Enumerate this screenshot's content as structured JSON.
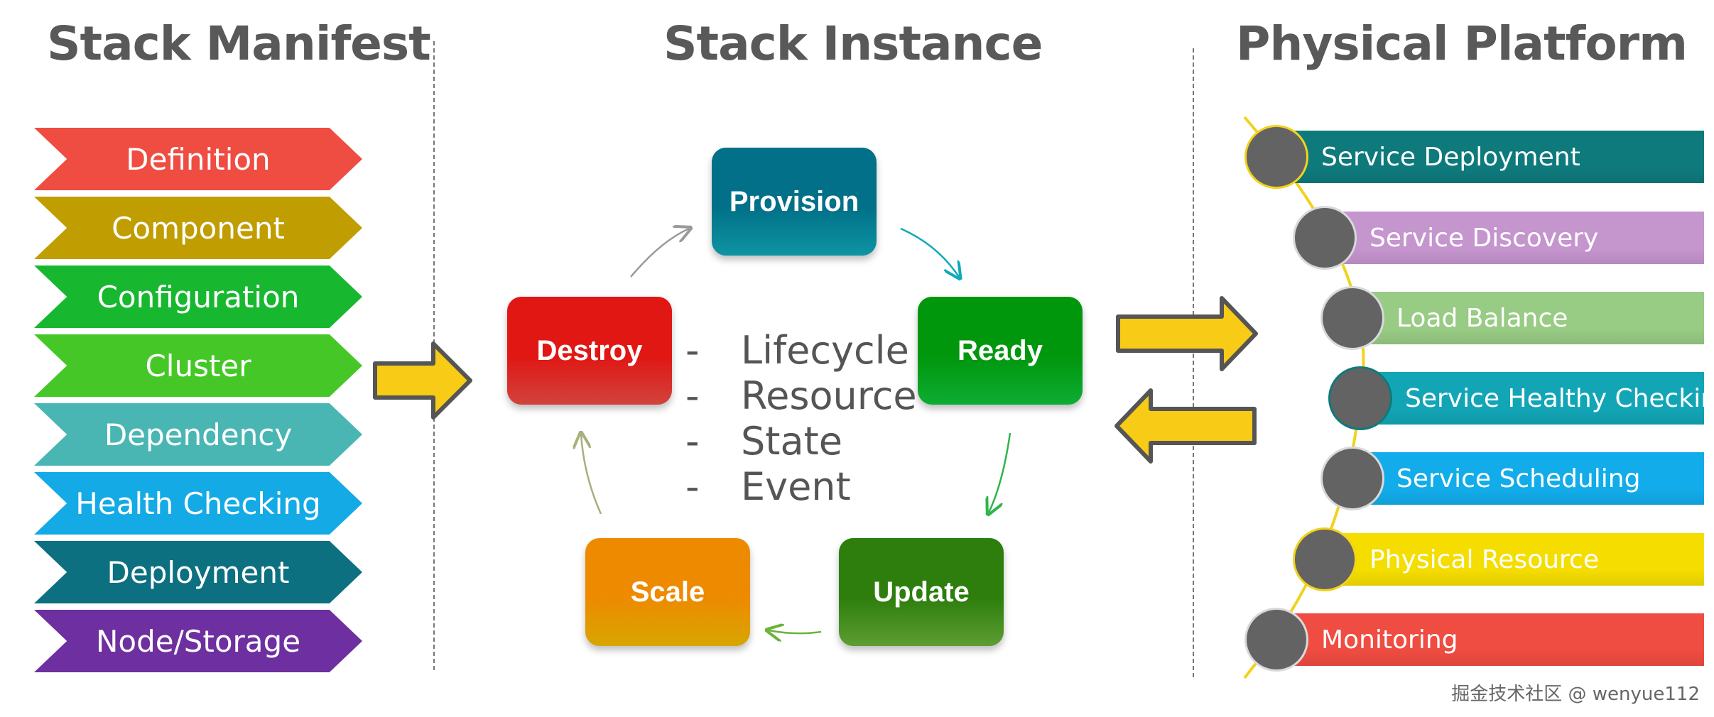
{
  "headings": {
    "left": "Stack Manifest",
    "center": "Stack Instance",
    "right": "Physical Platform"
  },
  "manifest_items": [
    {
      "label": "Definition",
      "color": "#EF4C42"
    },
    {
      "label": "Component",
      "color": "#C09D00"
    },
    {
      "label": "Configuration",
      "color": "#17B830"
    },
    {
      "label": "Cluster",
      "color": "#45C827"
    },
    {
      "label": "Dependency",
      "color": "#4AB6B4"
    },
    {
      "label": "Health Checking",
      "color": "#14AAE6"
    },
    {
      "label": "Deployment",
      "color": "#0C7080"
    },
    {
      "label": "Node/Storage",
      "color": "#6E2FA0"
    }
  ],
  "lifecycle_states": {
    "provision": {
      "label": "Provision",
      "color": "#10A9BA"
    },
    "ready": {
      "label": "Ready",
      "color": "#0FC43A"
    },
    "update": {
      "label": "Update",
      "color": "#6BB33A"
    },
    "scale": {
      "label": "Scale",
      "color": "#F6BC00"
    },
    "destroy": {
      "label": "Destroy",
      "color": "#EF4C45"
    }
  },
  "instance_aspects": [
    "Lifecycle",
    "Resource",
    "State",
    "Event"
  ],
  "aspect_bullet": "-",
  "platform_items": [
    {
      "label": "Service Deployment",
      "color": "#0E7A7C"
    },
    {
      "label": "Service Discovery",
      "color": "#C595CE"
    },
    {
      "label": "Load Balance",
      "color": "#98CB84"
    },
    {
      "label": "Service Healthy Checking",
      "color": "#12A5B6"
    },
    {
      "label": "Service Scheduling",
      "color": "#12ACEA"
    },
    {
      "label": "Physical Resource",
      "color": "#F5DD00"
    },
    {
      "label": "Monitoring",
      "color": "#EF4C42"
    }
  ],
  "arrow_color": "#F7CB16",
  "watermark": "掘金技术社区 @ wenyue112"
}
